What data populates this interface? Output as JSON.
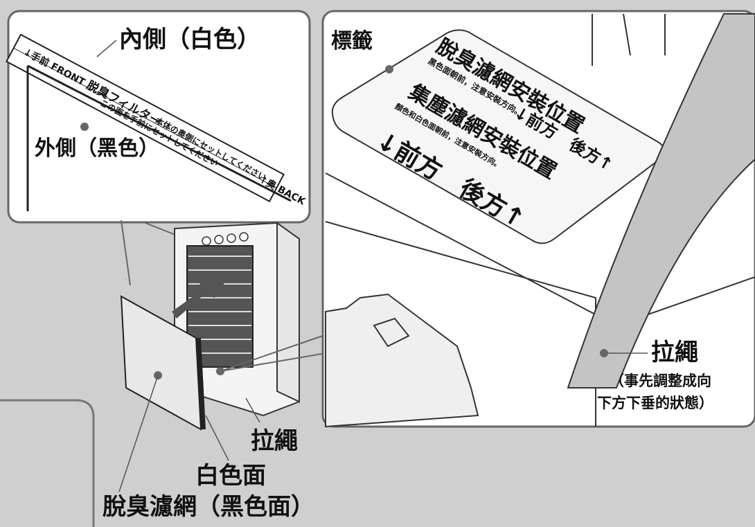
{
  "left_inset": {
    "inner_label": "內側（白色）",
    "outer_label": "外側（黑色）",
    "filter_tag_front": "↓手前 FRONT",
    "filter_tag_name": "脱臭フィルター",
    "filter_tag_note1": "本体の奥側にセットしてください",
    "filter_tag_note2": "この面を手前にセットしてください",
    "filter_tag_back": "↑奥 BACK"
  },
  "right_inset": {
    "label_callout": "標籤",
    "sticker_line1": "脫臭濾網安裝位置",
    "sticker_line1_note": "黑色面朝前，注意安裝方向。",
    "sticker_line1_dir": "↓前方　後方↑",
    "sticker_line2": "集塵濾網安裝位置",
    "sticker_line2_note": "顏色和白色面朝前，注意安裝方向。",
    "sticker_line2_dir": "↓前方　後方↑",
    "pull_cord_label": "拉繩",
    "pull_cord_note_line1": "（事先調整成向",
    "pull_cord_note_line2": "下方下垂的狀態）"
  },
  "main": {
    "pull_cord_label": "拉繩",
    "white_side_label": "白色面",
    "filter_label": "脫臭濾網（黑色面）"
  }
}
